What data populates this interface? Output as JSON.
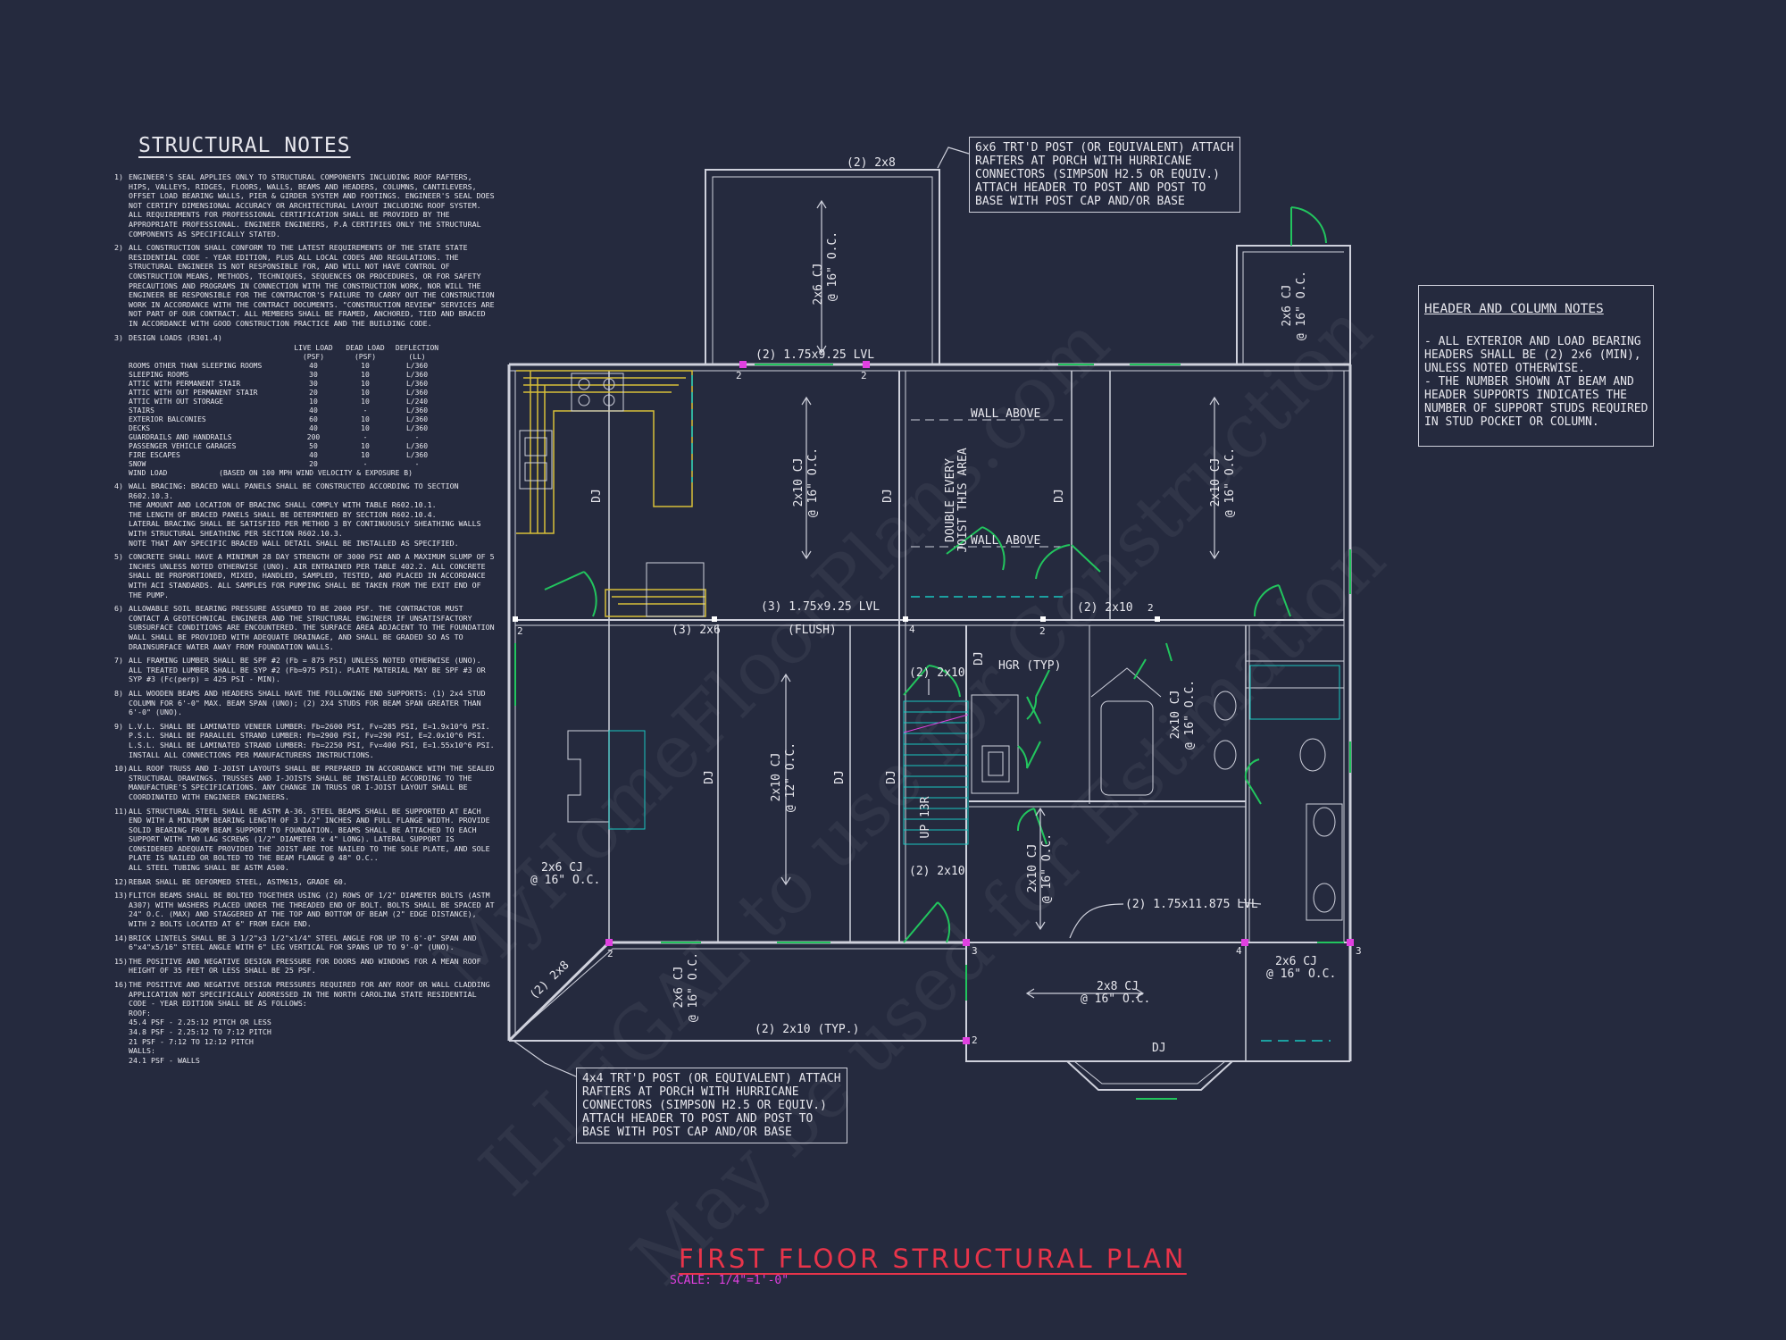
{
  "structural_notes": {
    "title": "STRUCTURAL NOTES",
    "items": [
      {
        "n": "1)",
        "text": "ENGINEER'S SEAL APPLIES ONLY TO STRUCTURAL COMPONENTS INCLUDING ROOF RAFTERS, HIPS, VALLEYS, RIDGES, FLOORS, WALLS, BEAMS AND HEADERS, COLUMNS, CANTILEVERS, OFFSET LOAD BEARING WALLS, PIER & GIRDER SYSTEM AND FOOTINGS. ENGINEER'S SEAL DOES NOT CERTIFY DIMENSIONAL ACCURACY OR ARCHITECTURAL LAYOUT INCLUDING ROOF SYSTEM. ALL REQUIREMENTS FOR PROFESSIONAL CERTIFICATION SHALL BE PROVIDED BY THE APPROPRIATE PROFESSIONAL. ENGINEER ENGINEERS, P.A CERTIFIES ONLY THE STRUCTURAL COMPONENTS AS SPECIFICALLY STATED."
      },
      {
        "n": "2)",
        "text": "ALL CONSTRUCTION SHALL CONFORM TO THE LATEST REQUIREMENTS OF THE STATE STATE RESIDENTIAL CODE - YEAR EDITION, PLUS ALL LOCAL CODES AND REGULATIONS. THE STRUCTURAL ENGINEER IS NOT RESPONSIBLE FOR, AND WILL NOT HAVE CONTROL OF CONSTRUCTION MEANS, METHODS, TECHNIQUES, SEQUENCES OR PROCEDURES, OR FOR SAFETY PRECAUTIONS AND PROGRAMS IN CONNECTION WITH THE CONSTRUCTION WORK, NOR WILL THE ENGINEER BE RESPONSIBLE FOR THE CONTRACTOR'S FAILURE TO CARRY OUT THE CONSTRUCTION WORK IN ACCORDANCE WITH THE CONTRACT DOCUMENTS. \"CONSTRUCTION REVIEW\" SERVICES ARE NOT PART OF OUR CONTRACT. ALL MEMBERS SHALL BE FRAMED, ANCHORED, TIED AND BRACED IN ACCORDANCE WITH GOOD CONSTRUCTION PRACTICE AND THE BUILDING CODE."
      },
      {
        "n": "3)",
        "text": "DESIGN LOADS (R301.4)"
      }
    ],
    "design_loads": {
      "headers": [
        "",
        "LIVE LOAD\n(PSF)",
        "DEAD LOAD\n(PSF)",
        "DEFLECTION\n(LL)"
      ],
      "rows": [
        [
          "ROOMS OTHER THAN SLEEPING ROOMS",
          "40",
          "10",
          "L/360"
        ],
        [
          "SLEEPING ROOMS",
          "30",
          "10",
          "L/360"
        ],
        [
          "ATTIC WITH PERMANENT STAIR",
          "30",
          "10",
          "L/360"
        ],
        [
          "ATTIC WITH OUT PERMANENT STAIR",
          "20",
          "10",
          "L/360"
        ],
        [
          "ATTIC WITH OUT STORAGE",
          "10",
          "10",
          "L/240"
        ],
        [
          "STAIRS",
          "40",
          "-",
          "L/360"
        ],
        [
          "EXTERIOR BALCONIES",
          "60",
          "10",
          "L/360"
        ],
        [
          "DECKS",
          "40",
          "10",
          "L/360"
        ],
        [
          "GUARDRAILS AND HANDRAILS",
          "200",
          "-",
          "-"
        ],
        [
          "PASSENGER VEHICLE GARAGES",
          "50",
          "10",
          "L/360"
        ],
        [
          "FIRE ESCAPES",
          "40",
          "10",
          "L/360"
        ],
        [
          "SNOW",
          "20",
          "-",
          "-"
        ]
      ],
      "wind": "WIND LOAD            (BASED ON 100 MPH WIND VELOCITY & EXPOSURE B)"
    },
    "items2": [
      {
        "n": "4)",
        "text": "WALL BRACING: BRACED WALL PANELS SHALL BE CONSTRUCTED ACCORDING TO SECTION R602.10.3.\nTHE AMOUNT AND LOCATION OF BRACING SHALL COMPLY WITH TABLE R602.10.1.\nTHE LENGTH OF BRACED PANELS SHALL BE DETERMINED BY SECTION R602.10.4.\nLATERAL BRACING SHALL BE SATISFIED PER METHOD 3 BY CONTINUOUSLY SHEATHING WALLS WITH STRUCTURAL SHEATHING PER SECTION R602.10.3.\nNOTE THAT ANY SPECIFIC BRACED WALL DETAIL SHALL BE INSTALLED AS SPECIFIED."
      },
      {
        "n": "5)",
        "text": "CONCRETE SHALL HAVE A MINIMUM 28 DAY STRENGTH OF 3000 PSI AND A MAXIMUM SLUMP OF 5 INCHES UNLESS NOTED OTHERWISE (UNO). AIR ENTRAINED PER TABLE 402.2. ALL CONCRETE SHALL BE PROPORTIONED, MIXED, HANDLED, SAMPLED, TESTED, AND PLACED IN ACCORDANCE WITH ACI STANDARDS. ALL SAMPLES FOR PUMPING SHALL BE TAKEN FROM THE EXIT END OF THE PUMP."
      },
      {
        "n": "6)",
        "text": "ALLOWABLE SOIL BEARING PRESSURE ASSUMED TO BE 2000 PSF. THE CONTRACTOR MUST CONTACT A GEOTECHNICAL ENGINEER AND THE STRUCTURAL ENGINEER IF UNSATISFACTORY SUBSURFACE CONDITIONS ARE ENCOUNTERED. THE SURFACE AREA ADJACENT TO THE FOUNDATION WALL SHALL BE PROVIDED WITH ADEQUATE DRAINAGE, AND SHALL BE GRADED SO AS TO DRAINSURFACE WATER AWAY FROM FOUNDATION WALLS."
      },
      {
        "n": "7)",
        "text": "ALL FRAMING LUMBER SHALL BE SPF #2 (Fb = 875 PSI) UNLESS NOTED OTHERWISE (UNO). ALL TREATED LUMBER SHALL BE SYP #2 (Fb=975 PSI). PLATE MATERIAL MAY BE SPF #3 OR SYP #3 (Fc(perp) = 425 PSI - MIN)."
      },
      {
        "n": "8)",
        "text": "ALL WOODEN BEAMS AND HEADERS SHALL HAVE THE FOLLOWING END SUPPORTS: (1) 2x4 STUD COLUMN FOR 6'-0\" MAX. BEAM SPAN (UNO); (2) 2X4 STUDS FOR BEAM SPAN GREATER THAN 6'-0\" (UNO)."
      },
      {
        "n": "9)",
        "text": "L.V.L. SHALL BE LAMINATED VENEER LUMBER: Fb=2600 PSI, Fv=285 PSI, E=1.9x10^6 PSI.\nP.S.L. SHALL BE PARALLEL STRAND LUMBER: Fb=2900 PSI, Fv=290 PSI, E=2.0x10^6 PSI.\nL.S.L. SHALL BE LAMINATED STRAND LUMBER: Fb=2250 PSI, Fv=400 PSI, E=1.55x10^6 PSI.\nINSTALL ALL CONNECTIONS PER MANUFACTURERS INSTRUCTIONS."
      },
      {
        "n": "10)",
        "text": "ALL ROOF TRUSS AND I-JOIST LAYOUTS SHALL BE PREPARED IN ACCORDANCE WITH THE SEALED STRUCTURAL DRAWINGS. TRUSSES AND I-JOISTS SHALL BE INSTALLED ACCORDING TO THE MANUFACTURE'S SPECIFICATIONS. ANY CHANGE IN TRUSS OR I-JOIST LAYOUT SHALL BE COORDINATED WITH ENGINEER ENGINEERS."
      },
      {
        "n": "11)",
        "text": "ALL STRUCTURAL STEEL SHALL BE ASTM A-36. STEEL BEAMS SHALL BE SUPPORTED AT EACH END WITH A MINIMUM BEARING LENGTH OF 3 1/2\" INCHES AND FULL FLANGE WIDTH. PROVIDE SOLID BEARING FROM BEAM SUPPORT TO FOUNDATION. BEAMS SHALL BE ATTACHED TO EACH SUPPORT WITH TWO LAG SCREWS (1/2\" DIAMETER x 4\" LONG). LATERAL SUPPORT IS CONSIDERED ADEQUATE PROVIDED THE JOIST ARE TOE NAILED TO THE SOLE PLATE, AND SOLE PLATE IS NAILED OR BOLTED TO THE BEAM FLANGE @ 48\" O.C..\nALL STEEL TUBING SHALL BE ASTM A500."
      },
      {
        "n": "12)",
        "text": "REBAR SHALL BE DEFORMED STEEL, ASTM615, GRADE 60."
      },
      {
        "n": "13)",
        "text": "FLITCH BEAMS SHALL BE BOLTED TOGETHER USING (2) ROWS OF 1/2\" DIAMETER BOLTS (ASTM A307) WITH WASHERS PLACED UNDER THE THREADED END OF BOLT. BOLTS SHALL BE SPACED AT 24\" O.C. (MAX) AND STAGGERED AT THE TOP AND BOTTOM OF BEAM (2\" EDGE DISTANCE), WITH 2 BOLTS LOCATED AT 6\" FROM EACH END."
      },
      {
        "n": "14)",
        "text": "BRICK LINTELS SHALL BE 3 1/2\"x3 1/2\"x1/4\" STEEL ANGLE FOR UP TO 6'-0\" SPAN AND 6\"x4\"x5/16\" STEEL ANGLE WITH 6\" LEG VERTICAL FOR SPANS UP TO 9'-0\" (UNO)."
      },
      {
        "n": "15)",
        "text": "THE POSITIVE AND NEGATIVE DESIGN PRESSURE FOR DOORS AND WINDOWS FOR A MEAN ROOF HEIGHT OF 35 FEET OR LESS SHALL BE 25 PSF."
      },
      {
        "n": "16)",
        "text": "THE POSITIVE AND NEGATIVE DESIGN PRESSURES REQUIRED FOR ANY ROOF OR WALL CLADDING APPLICATION NOT SPECIFICALLY ADDRESSED IN THE NORTH CAROLINA STATE RESIDENTIAL CODE - YEAR EDITION SHALL BE AS FOLLOWS:\nROOF:\n  45.4 PSF - 2.25:12 PITCH OR LESS\n  34.8 PSF - 2.25:12 TO 7:12 PITCH\n  21 PSF - 7:12 TO 12:12 PITCH\nWALLS:\n  24.1 PSF - WALLS"
      }
    ]
  },
  "callouts": {
    "porch_post_6x6": "6x6 TRT'D POST (OR EQUIVALENT) ATTACH\nRAFTERS AT PORCH WITH HURRICANE\nCONNECTORS (SIMPSON H2.5 OR EQUIV.)\nATTACH HEADER TO POST AND POST TO\nBASE WITH POST CAP AND/OR BASE",
    "porch_post_4x4": "4x4 TRT'D POST (OR EQUIVALENT) ATTACH\nRAFTERS AT PORCH WITH HURRICANE\nCONNECTORS (SIMPSON H2.5 OR EQUIV.)\nATTACH HEADER TO POST AND POST TO\nBASE WITH POST CAP AND/OR BASE",
    "header_column_title": "HEADER AND COLUMN NOTES",
    "header_column_text": "- ALL EXTERIOR AND LOAD BEARING\nHEADERS SHALL BE (2) 2x6 (MIN),\nUNLESS NOTED OTHERWISE.\n- THE NUMBER SHOWN AT BEAM AND\nHEADER SUPPORTS INDICATES THE\nNUMBER OF SUPPORT STUDS REQUIRED\nIN STUD POCKET OR COLUMN."
  },
  "plan_labels": {
    "top_header": "(2) 2x8",
    "rear_porch_joist": "2x6 CJ",
    "rear_porch_spacing": "@ 16\" O.C.",
    "lvl_1": "(2) 1.75x9.25 LVL",
    "lvl_2": "(3) 1.75x9.25 LVL",
    "flush": "(FLUSH)",
    "lvl_3": "(2) 1.75x11.875 LVL",
    "beam_3_2x6": "(3) 2x6",
    "hdr_2x10_a": "(2) 2x10",
    "hdr_2x10_b": "(2) 2x10",
    "hdr_2x10_c": "(2) 2x10",
    "hdr_2x10_typ": "(2) 2x10 (TYP.)",
    "hdr_2x8_angle": "(2) 2x8",
    "joist_2x10": "2x10 CJ",
    "sp_16": "@ 16\" O.C.",
    "sp_12": "@ 12\" O.C.",
    "joist_2x6": "2x6 CJ",
    "joist_2x8": "2x8 CJ",
    "dj": "DJ",
    "wall_above": "WALL ABOVE",
    "double_joist": "DOUBLE EVERY",
    "double_joist_2": "JOIST THIS AREA",
    "hgr": "HGR (TYP)",
    "up": "UP 13R",
    "stud_2": "2",
    "stud_3": "3",
    "stud_4": "4"
  },
  "title": {
    "main": "FIRST FLOOR STRUCTURAL PLAN",
    "scale": "SCALE: 1/4\"=1'-0\""
  },
  "watermark": [
    "MyHomeFloorPlans.com",
    "ILLEGAL to use for Construction",
    "May be used for Estimation"
  ],
  "colors": {
    "background": "#252a3e",
    "walls": "#cfd1dc",
    "openings": "#22c55e",
    "cabinets": "#d8c038",
    "fixtures": "#19c7c0",
    "stud_marker": "#e040e0",
    "title": "#e8344a"
  }
}
